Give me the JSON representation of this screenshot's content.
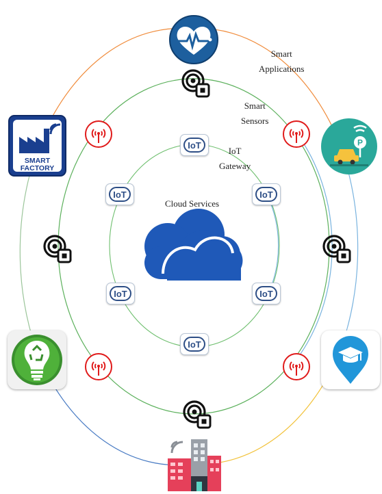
{
  "labels": {
    "smart_applications": [
      "Smart",
      "Applications"
    ],
    "smart_sensors": [
      "Smart",
      "Sensors"
    ],
    "iot_gateway": [
      "IoT",
      "Gateway"
    ],
    "cloud_services": "Cloud Services"
  },
  "gateway_badge_text": "IoT",
  "apps": {
    "smart_factory_text": [
      "SMART",
      "FACTORY"
    ],
    "health_icon": "heartbeat-icon",
    "parking_icon": "smart-parking-icon",
    "energy_icon": "recycle-bulb-icon",
    "education_icon": "graduation-cap-icon",
    "building_icon": "smart-building-icon"
  },
  "colors": {
    "ring_outer_top_left": "#f08c3c",
    "ring_outer_right": "#79b3df",
    "ring_outer_bottom_left": "#4a7cc4",
    "ring_outer_bottom_right": "#f2c23a",
    "ring_middle": "#5bb05b",
    "ring_inner": "#6fbf6f",
    "antenna_red": "#e01a1a",
    "cloud_blue": "#1f59b8",
    "iot_blue": "#2d4e86"
  }
}
